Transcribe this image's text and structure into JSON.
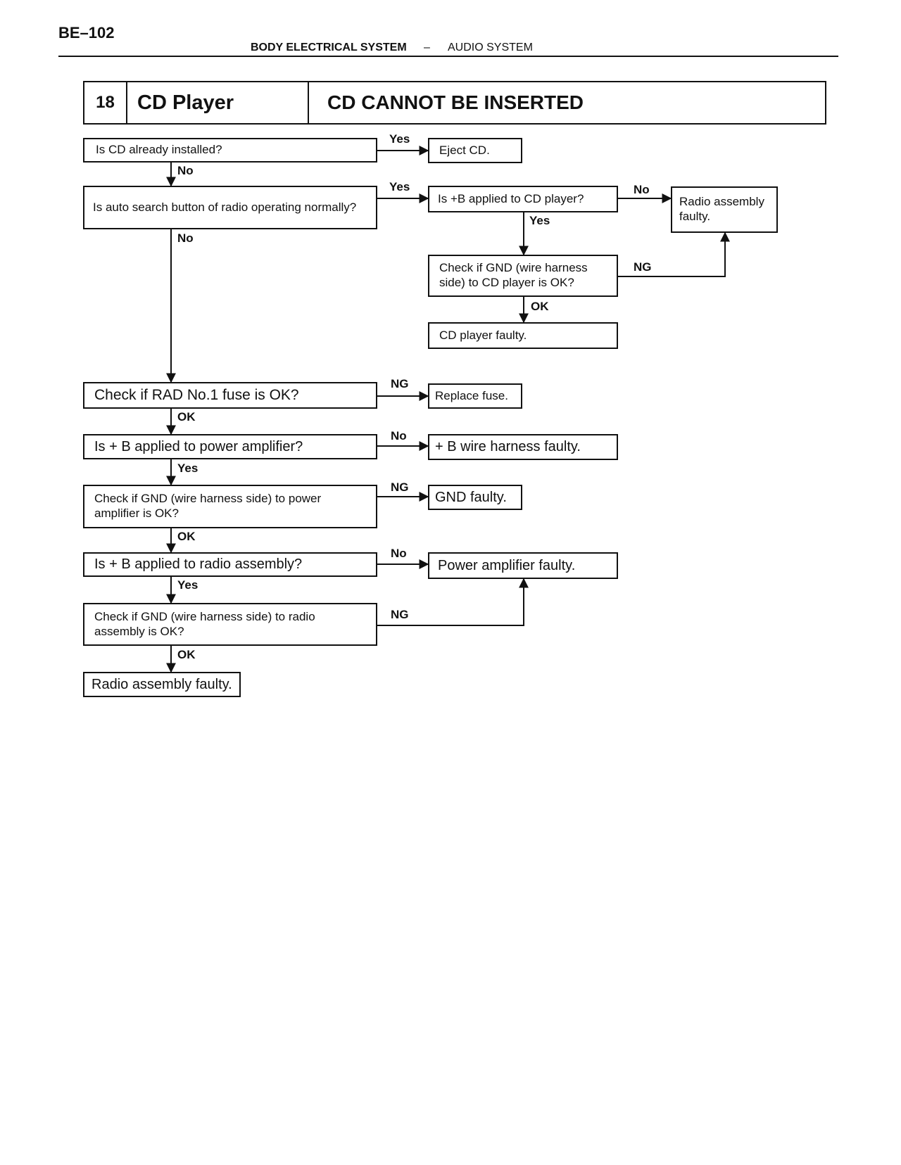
{
  "header": {
    "page_code": "BE–102",
    "section": "BODY ELECTRICAL SYSTEM",
    "separator": "–",
    "subsection": "AUDIO SYSTEM"
  },
  "title": {
    "number": "18",
    "component": "CD Player",
    "symptom": "CD CANNOT BE INSERTED"
  },
  "flow": {
    "q_cd_installed": "Is CD already installed?",
    "eject_cd": "Eject CD.",
    "q_auto_search": "Is auto search button of radio operating normally?",
    "q_b_cd_player": "Is +B applied to CD player?",
    "radio_faulty_right": "Radio assembly faulty.",
    "q_gnd_cd_player": "Check if GND (wire harness side) to CD player is OK?",
    "cd_player_faulty": "CD player faulty.",
    "q_rad_fuse": "Check if RAD No.1 fuse is OK?",
    "replace_fuse": "Replace fuse.",
    "q_b_power_amp": "Is + B applied to power amplifier?",
    "b_harness_faulty": "+ B wire harness faulty.",
    "q_gnd_power_amp": "Check if GND (wire harness side) to power amplifier is OK?",
    "gnd_faulty": "GND faulty.",
    "q_b_radio": "Is + B applied to radio assembly?",
    "power_amp_faulty": "Power amplifier faulty.",
    "q_gnd_radio": "Check if GND (wire harness side) to radio assembly is OK?",
    "radio_faulty_bottom": "Radio assembly faulty."
  },
  "labels": {
    "yes": "Yes",
    "no": "No",
    "ok": "OK",
    "ng": "NG"
  }
}
